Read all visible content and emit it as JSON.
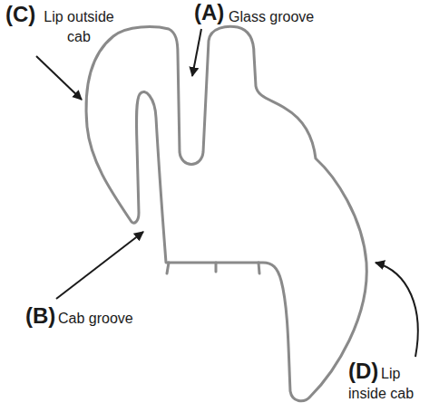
{
  "diagram": {
    "labels": [
      "(A)",
      "Glass groove",
      "(B)",
      "Cab groove",
      "(C)",
      "Lip outside cab",
      "(D)",
      "Lip inside cab"
    ]
  }
}
